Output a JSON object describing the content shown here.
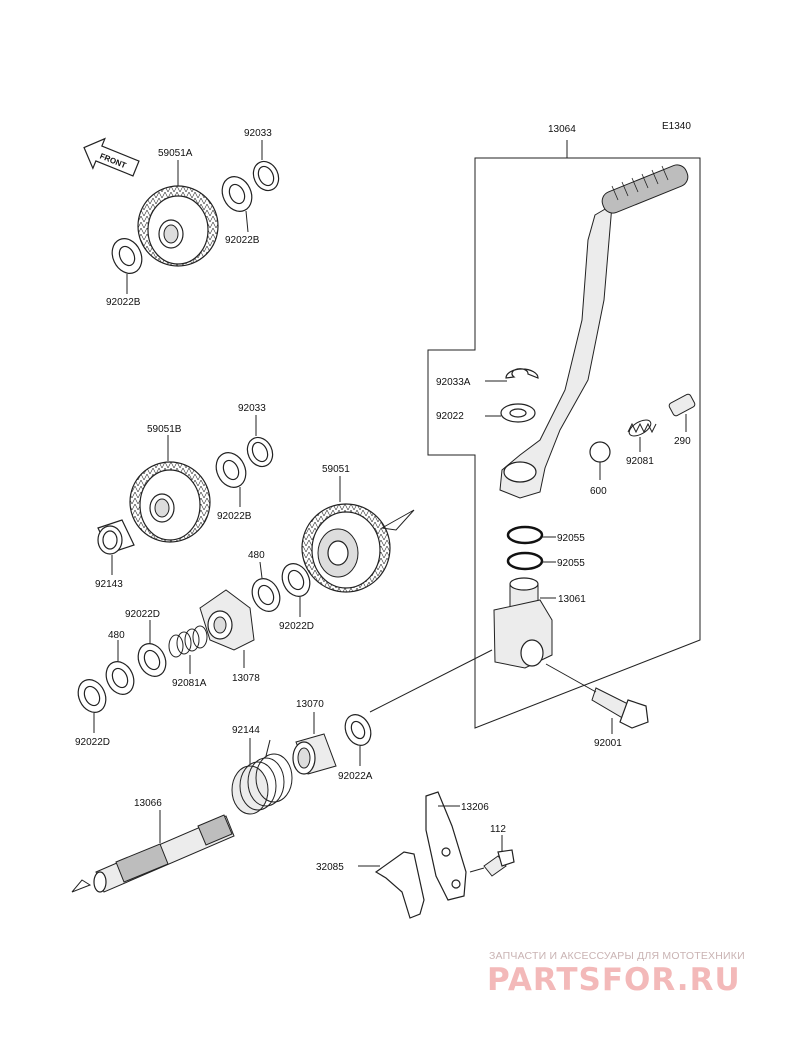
{
  "diagram_code": "E1340",
  "front_label": "FRONT",
  "parts": {
    "p13064": "13064",
    "p59051A": "59051A",
    "p92033_top": "92033",
    "p92022B_top_right": "92022B",
    "p92022B_top_left": "92022B",
    "p59051B": "59051B",
    "p92033_mid": "92033",
    "p92022B_mid": "92022B",
    "p59051": "59051",
    "p92143": "92143",
    "p480_right": "480",
    "p92022D_right": "92022D",
    "p92022D_left": "92022D",
    "p480_left": "480",
    "p92081A": "92081A",
    "p13078": "13078",
    "p92022D_bottom": "92022D",
    "p92033A": "92033A",
    "p92022": "92022",
    "p92081": "92081",
    "p290": "290",
    "p600": "600",
    "p92055_a": "92055",
    "p92055_b": "92055",
    "p13061": "13061",
    "p92001": "92001",
    "p13070": "13070",
    "p92144": "92144",
    "p92022A": "92022A",
    "p13066": "13066",
    "p13206": "13206",
    "p112": "112",
    "p32085": "32085"
  },
  "watermark": {
    "tagline": "ЗАПЧАСТИ И АКСЕССУАРЫ ДЛЯ МОТОТЕХНИКИ",
    "logo": "PARTSFOR.RU"
  }
}
